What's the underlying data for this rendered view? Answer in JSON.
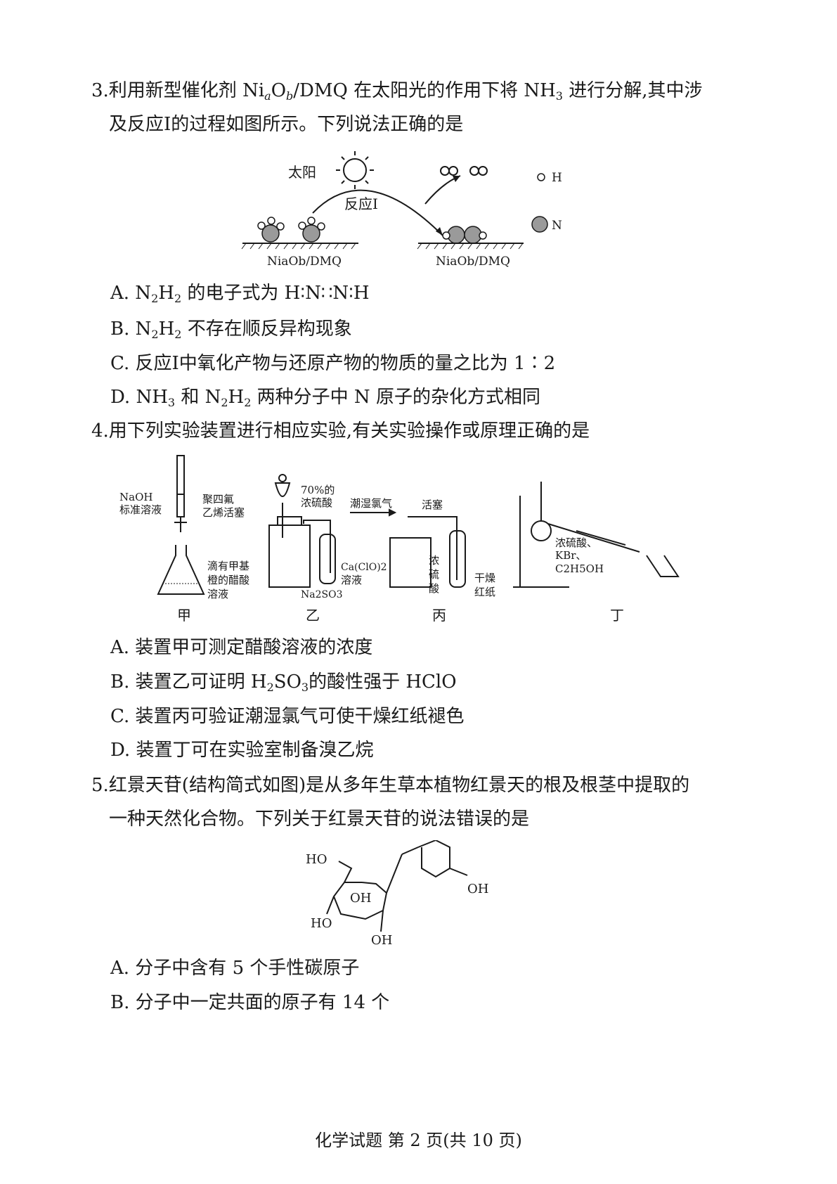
{
  "q3": {
    "line1": "3.利用新型催化剂 Ni<sub><i class='it'>a</i></sub>O<sub><i class='it'>b</i></sub>/DMQ 在太阳光的作用下将 NH<sub>3</sub> 进行分解,其中涉",
    "line2": "及反应Ⅰ的过程如图所示。下列说法正确的是",
    "figure": {
      "sun_label": "太阳",
      "reaction_label": "反应Ⅰ",
      "surface_left": "Ni<sub>a</sub>O<sub>b</sub>/DMQ",
      "surface_right": "Ni<sub>a</sub>O<sub>b</sub>/DMQ",
      "legend_h": "H",
      "legend_n": "N"
    },
    "options": {
      "A": "A. N<sub>2</sub>H<sub>2</sub> 的电子式为 H∶N∷N∶H",
      "B": "B. N<sub>2</sub>H<sub>2</sub> 不存在顺反异构现象",
      "C": "C. 反应Ⅰ中氧化产物与还原产物的物质的量之比为 1∶2",
      "D": "D. NH<sub>3</sub> 和 N<sub>2</sub>H<sub>2</sub> 两种分子中 N 原子的杂化方式相同"
    }
  },
  "q4": {
    "line1": "4.用下列实验装置进行相应实验,有关实验操作或原理正确的是",
    "figure": {
      "jia": {
        "naoh_1": "NaOH",
        "naoh_2": "标准溶液",
        "valve_1": "聚四氟",
        "valve_2": "乙烯活塞",
        "sol_1": "滴有甲基",
        "sol_2": "橙的醋酸",
        "sol_3": "溶液",
        "caption": "甲"
      },
      "yi": {
        "acid_1": "70%的",
        "acid_2": "浓硫酸",
        "salt": "Na<sub>2</sub>SO<sub>3</sub>",
        "sol_1": "Ca(ClO)<sub>2</sub>",
        "sol_2": "溶液",
        "caption": "乙"
      },
      "bing": {
        "gas": "潮湿氯气",
        "valve": "活塞",
        "acid_1": "浓",
        "acid_2": "硫",
        "acid_3": "酸",
        "paper_1": "干燥",
        "paper_2": "红纸",
        "caption": "丙"
      },
      "ding": {
        "mix_1": "浓硫酸、",
        "mix_2": "KBr、",
        "mix_3": "C<sub>2</sub>H<sub>5</sub>OH",
        "caption": "丁"
      }
    },
    "options": {
      "A": "A. 装置甲可测定醋酸溶液的浓度",
      "B": "B. 装置乙可证明 H<sub>2</sub>SO<sub>3</sub>的酸性强于 HClO",
      "C": "C. 装置丙可验证潮湿氯气可使干燥红纸褪色",
      "D": "D. 装置丁可在实验室制备溴乙烷"
    }
  },
  "q5": {
    "line1": "5.红景天苷(结构简式如图)是从多年生草本植物红景天的根及根茎中提取的",
    "line2": "一种天然化合物。下列关于红景天苷的说法错误的是",
    "figure": {
      "ho_top": "HO",
      "oh_ring": "OH",
      "ho_left": "HO",
      "oh_bottom": "OH",
      "oh_phenol": "OH"
    },
    "options": {
      "A": "A. 分子中含有 5 个手性碳原子",
      "B": "B. 分子中一定共面的原子有 14 个"
    }
  },
  "footer": "化学试题 第 2 页(共 10 页)"
}
